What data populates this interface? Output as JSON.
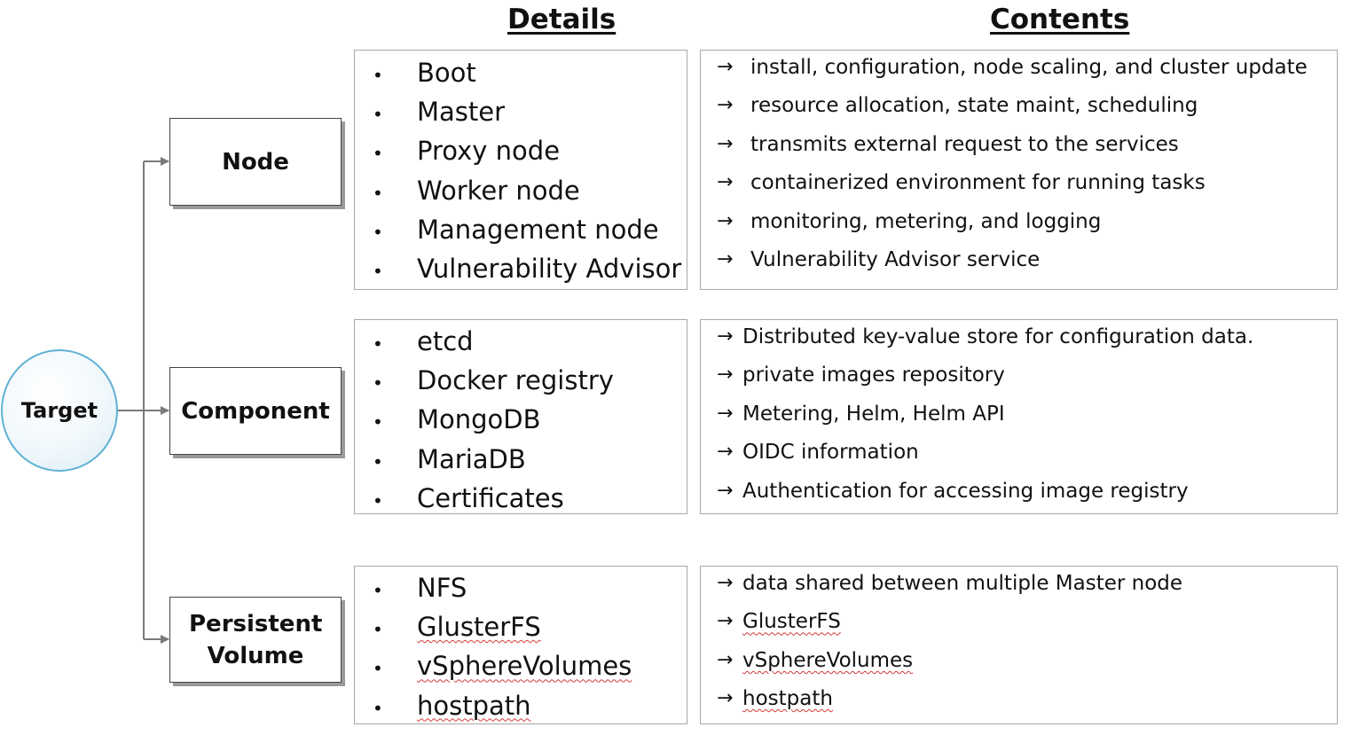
{
  "headers": {
    "details": "Details",
    "contents": "Contents"
  },
  "target": {
    "label": "Target"
  },
  "sections": [
    {
      "id": "node",
      "category": "Node",
      "details": [
        "Boot",
        "Master",
        "Proxy node",
        "Worker node",
        "Management node",
        "Vulnerability Advisor"
      ],
      "contents": [
        "install, configuration, node scaling, and cluster update",
        "resource allocation, state maint, scheduling",
        "transmits external request to the services",
        "containerized environment for running tasks",
        "monitoring, metering, and logging",
        "Vulnerability Advisor service"
      ]
    },
    {
      "id": "component",
      "category": "Component",
      "details": [
        "etcd",
        "Docker registry",
        "MongoDB",
        "MariaDB",
        "Certificates"
      ],
      "contents": [
        "Distributed key-value store for configuration data.",
        "private images repository",
        "Metering, Helm, Helm API",
        "OIDC information",
        "Authentication for accessing image registry"
      ]
    },
    {
      "id": "pv",
      "category": "Persistent Volume",
      "details": [
        "NFS",
        "GlusterFS",
        "vSphereVolumes",
        "hostpath"
      ],
      "contents": [
        "data shared between multiple Master node",
        "GlusterFS",
        "vSphereVolumes",
        "hostpath"
      ]
    }
  ],
  "glyphs": {
    "bullet": "•",
    "arrow": "→"
  },
  "colors": {
    "circle_border": "#5fb1d4",
    "connector": "#7a7a7a",
    "spell_underline": "#d23a3a"
  }
}
